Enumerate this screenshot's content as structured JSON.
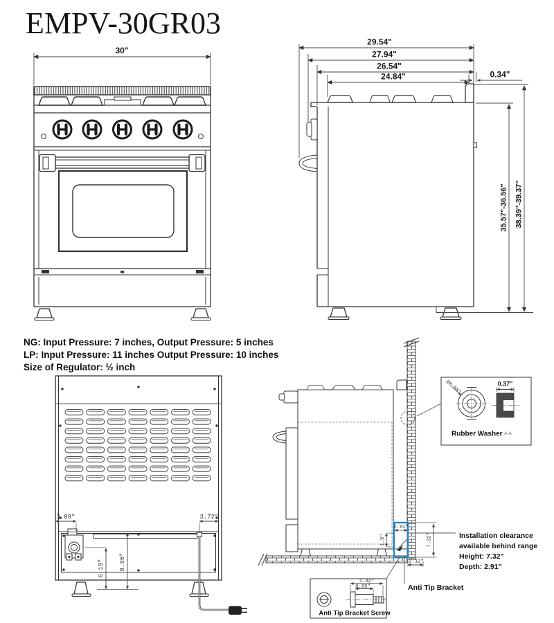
{
  "title": "EMPV-30GR03",
  "specs": {
    "ng": "NG: Input Pressure: 7 inches, Output Pressure: 5 inches",
    "lp": "LP: Input Pressure: 11 inches Output Pressure: 10 inches",
    "regulator": "Size of Regulator: ½ inch"
  },
  "front_view": {
    "width": "30\""
  },
  "side_view": {
    "depth_total": "29.54\"",
    "depth_knobs": "27.94\"",
    "depth_body": "26.54\"",
    "depth_cooktop": "24.84\"",
    "back_gap": "0.34\"",
    "height_cooktop": "35.57\"-36.56\"",
    "height_overall": "38.39\"-39.37\""
  },
  "back_view": {
    "gas_offset": "3.09\"",
    "cord_offset": "3.72\"",
    "gas_height": "6.19\"",
    "cord_height": "9.96\""
  },
  "install": {
    "clearance_depth": "2.91\"",
    "bracket_height": "1.5\"",
    "clearance_height": "7.32\"",
    "base_depth": "2.12\"",
    "note1": "Installation clearance",
    "note2": "available behind range",
    "note3": "Height: 7.32\"",
    "note4": "Depth: 2.91\"",
    "bracket_label": "Anti Tip Bracket",
    "washer_label": "Rubber Washer",
    "washer_dia": "Ø0.55\"",
    "washer_thk": "0.37\"",
    "washer_section": "A-A",
    "screw_label": "Anti Tip Bracket Screw",
    "screw_len": "1.32\"",
    "screw_head": "0.65\""
  },
  "colors": {
    "blue": "#1e86cc",
    "line": "#333333"
  }
}
